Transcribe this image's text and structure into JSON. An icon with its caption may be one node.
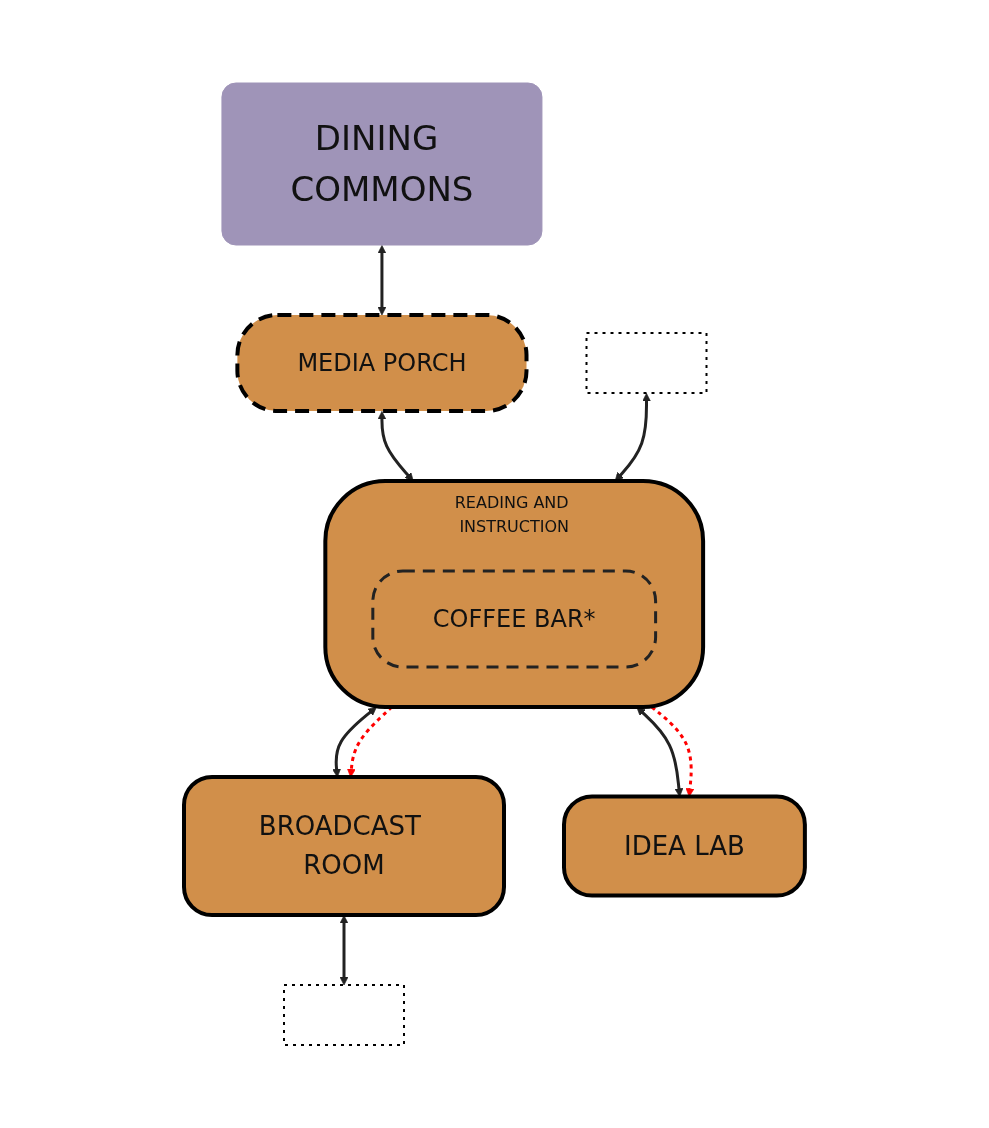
{
  "diagram": {
    "nodes": [
      {
        "text": [
          "DINING COMMONS"
        ]
      },
      {
        "text": [
          "MEDIA PORCH"
        ]
      },
      {
        "text": [
          "READING AND INSTRUCTION"
        ]
      },
      {
        "text": [
          "COFFEE BAR*"
        ],
        "in": 2
      },
      {
        "text": [
          "BROADCAST ROOM"
        ]
      },
      {
        "text": [
          "IDEA LAB"
        ]
      },
      {
        "text": [],
        "shape": "line"
      },
      {
        "text": [],
        "shape": "line"
      }
    ],
    "edges": [
      {
        "from": 0,
        "to": 1,
        "arrow": "both"
      },
      {
        "from": 1,
        "to": 2,
        "arrow": "both"
      },
      {
        "from": 2,
        "to": 4,
        "arrow": "both"
      },
      {
        "from": 2,
        "to": 4,
        "arrow": "to",
        "style": "dashed",
        "color": "#ff0000"
      },
      {
        "from": 2,
        "to": 5,
        "arrow": "both"
      },
      {
        "from": 2,
        "to": 5,
        "arrow": "to",
        "style": "dashed",
        "color": "#ff0000"
      },
      {
        "from": 6,
        "to": 2,
        "arrow": "both"
      },
      {
        "from": 4,
        "to": 7,
        "arrow": "both"
      }
    ]
  }
}
